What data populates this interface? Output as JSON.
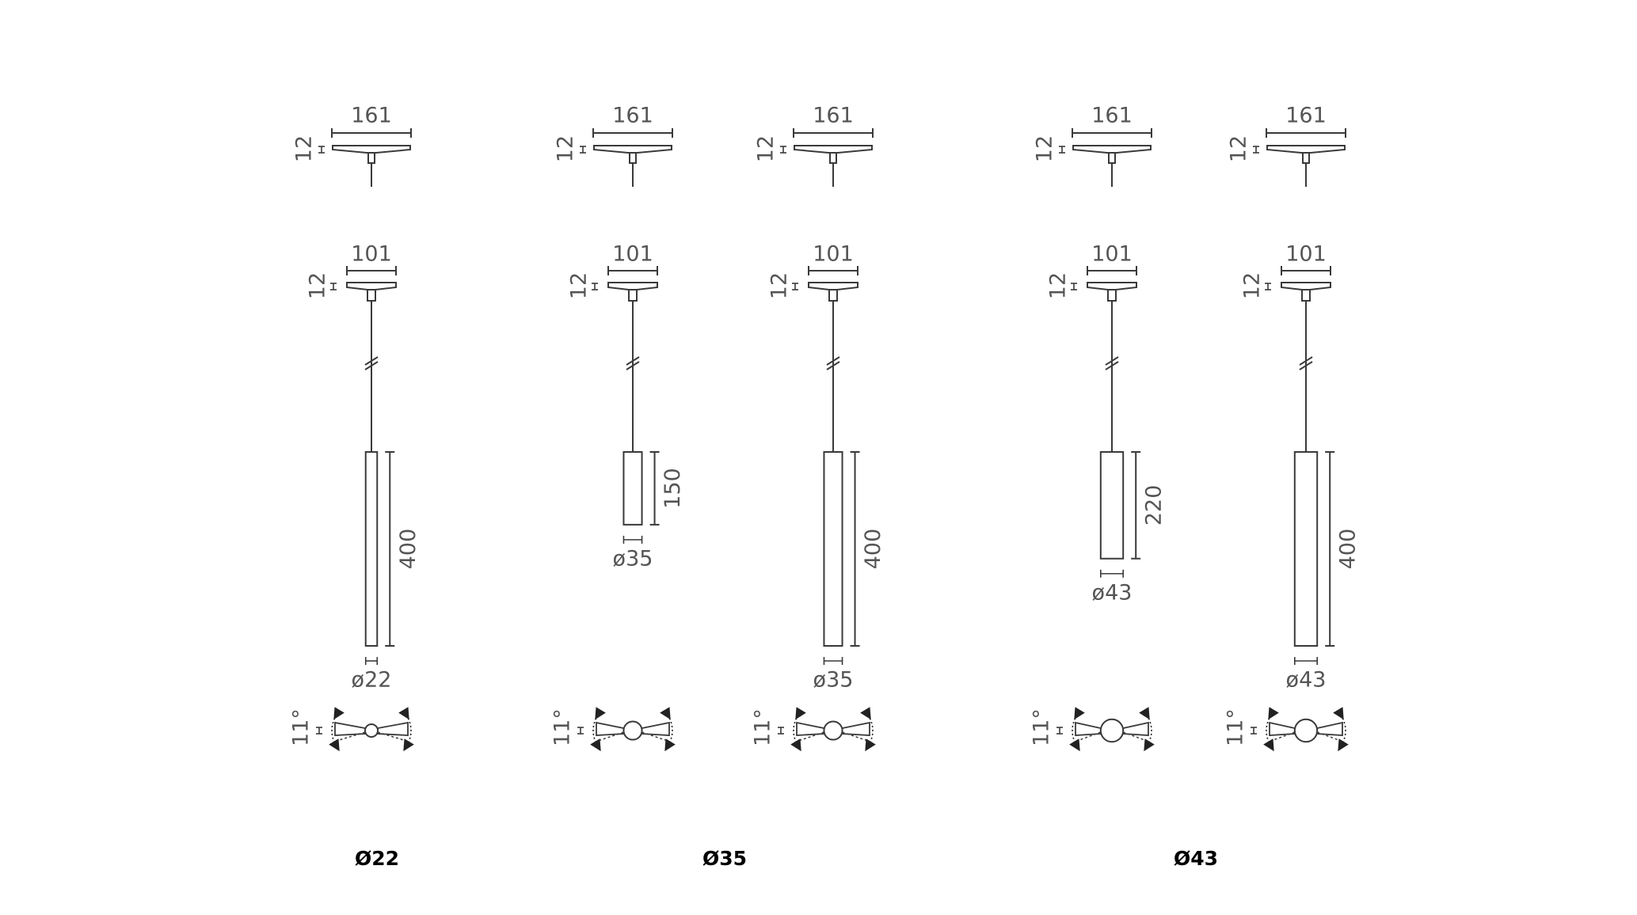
{
  "canopy_width_label": "161",
  "adapter_width_label": "101",
  "canopy_height_label": "12",
  "adapter_height_label": "12",
  "tilt_label": "11°",
  "diameter_prefix": "ø",
  "colors": {
    "line": "#3a3a3a",
    "text": "#555555",
    "label": "#000000"
  },
  "groups": [
    {
      "label": "Ø22"
    },
    {
      "label": "Ø35"
    },
    {
      "label": "Ø43"
    }
  ],
  "variants": [
    {
      "group": "Ø22",
      "diameter": 22,
      "length": 400
    },
    {
      "group": "Ø35",
      "diameter": 35,
      "length": 150
    },
    {
      "group": "Ø35",
      "diameter": 35,
      "length": 400
    },
    {
      "group": "Ø43",
      "diameter": 43,
      "length": 220
    },
    {
      "group": "Ø43",
      "diameter": 43,
      "length": 400
    }
  ]
}
